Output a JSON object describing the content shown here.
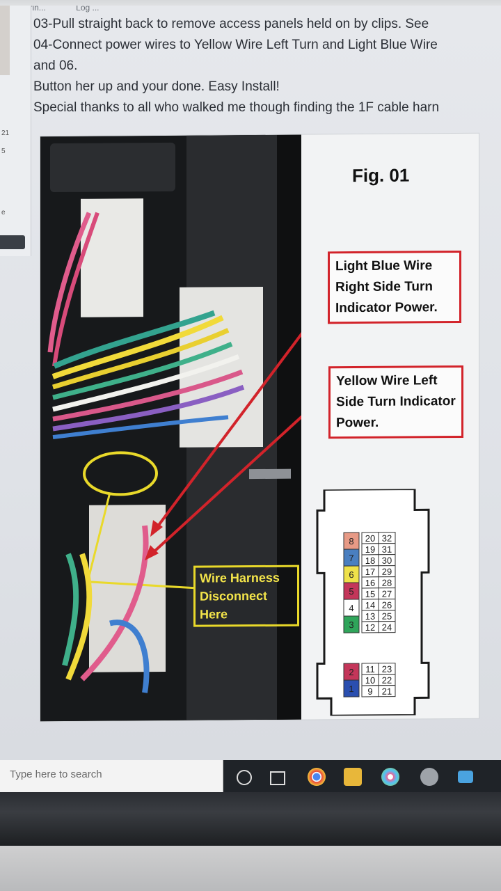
{
  "top_bar": {
    "tab_text": "e: We Brin...",
    "log_text": "Log ..."
  },
  "left_panel": {
    "number": "21",
    "small_char": "5",
    "small_char_2": "e"
  },
  "instructions": {
    "lines": [
      "03-Pull straight back to remove access panels held on by clips. See",
      "04-Connect power wires to Yellow Wire Left Turn and Light Blue Wire",
      "and 06.",
      "Button her up and your done. Easy Install!",
      "Special thanks to all who walked me though finding the 1F cable harn"
    ]
  },
  "figure": {
    "title": "Fig. 01",
    "label_blue": "Light Blue Wire Right Side Turn Indicator Power.",
    "label_yellow": "Yellow Wire Left Side Turn Indicator Power.",
    "label_harness": "Wire Harness Disconnect Here"
  },
  "pinout": {
    "upper_left": [
      "8",
      "7",
      "6",
      "5",
      "4",
      "3"
    ],
    "upper_mid": [
      "20",
      "19",
      "18",
      "17",
      "16",
      "15",
      "14",
      "13",
      "12"
    ],
    "upper_right": [
      "32",
      "31",
      "30",
      "29",
      "28",
      "27",
      "26",
      "25",
      "24"
    ],
    "lower_left": [
      "2",
      "1"
    ],
    "lower_mid": [
      "11",
      "10",
      "9"
    ],
    "lower_right": [
      "23",
      "22",
      "21"
    ],
    "colors": {
      "8": "#e79a86",
      "7": "#4a7fc0",
      "6": "#efe14a",
      "5": "#c4365a",
      "4": "#ffffff",
      "3": "#2fa55a",
      "2": "#c4365a",
      "1": "#2a4fb0"
    }
  },
  "taskbar": {
    "search_placeholder": "Type here to search"
  },
  "colors": {
    "label_border": "#d2232a",
    "harness_border": "#e9d92a",
    "arrow": "#d2232a"
  }
}
